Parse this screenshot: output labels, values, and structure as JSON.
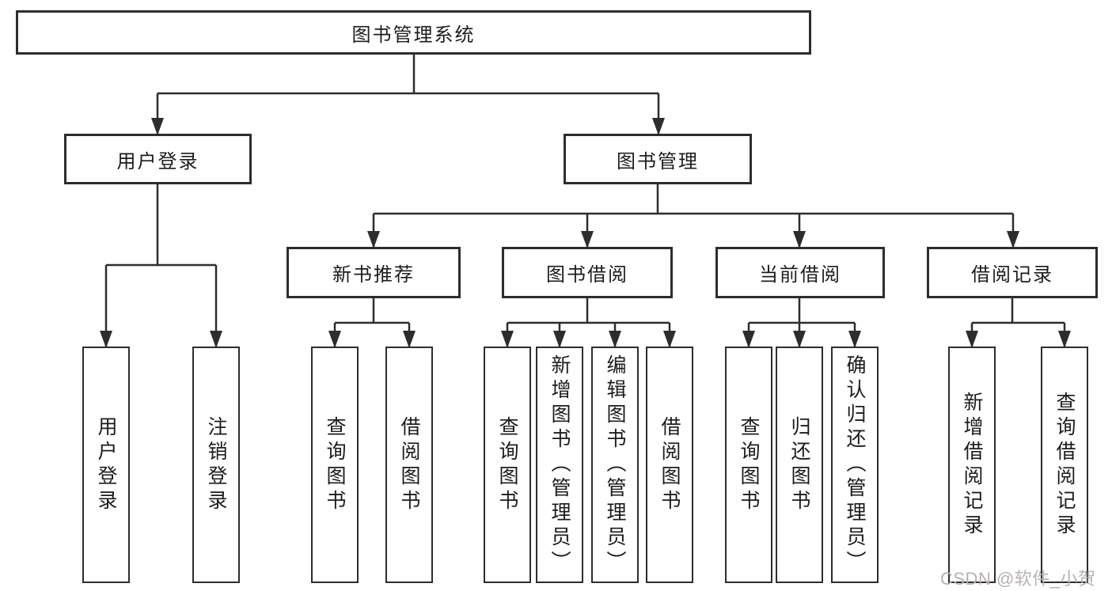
{
  "diagram": {
    "title": "图书管理系统",
    "root": {
      "label": "图书管理系统"
    },
    "level2": [
      {
        "label": "用户登录"
      },
      {
        "label": "图书管理"
      }
    ],
    "level3": [
      {
        "label": "新书推荐"
      },
      {
        "label": "图书借阅"
      },
      {
        "label": "当前借阅"
      },
      {
        "label": "借阅记录"
      }
    ],
    "level4": [
      {
        "label": "用户登录"
      },
      {
        "label": "注销登录"
      },
      {
        "label": "查询图书"
      },
      {
        "label": "借阅图书"
      },
      {
        "label": "查询图书"
      },
      {
        "label": "新增图书（管理员）"
      },
      {
        "label": "编辑图书（管理员）"
      },
      {
        "label": "借阅图书"
      },
      {
        "label": "查询图书"
      },
      {
        "label": "归还图书"
      },
      {
        "label": "确认归还（管理员）"
      },
      {
        "label": "新增借阅记录"
      },
      {
        "label": "查询借阅记录"
      }
    ],
    "edges": [
      "图书管理系统→用户登录",
      "图书管理系统→图书管理",
      "用户登录→用户登录",
      "用户登录→注销登录",
      "图书管理→新书推荐",
      "图书管理→图书借阅",
      "图书管理→当前借阅",
      "图书管理→借阅记录",
      "新书推荐→查询图书",
      "新书推荐→借阅图书",
      "图书借阅→查询图书",
      "图书借阅→新增图书（管理员）",
      "图书借阅→编辑图书（管理员）",
      "图书借阅→借阅图书",
      "当前借阅→查询图书",
      "当前借阅→归还图书",
      "当前借阅→确认归还（管理员）",
      "借阅记录→新增借阅记录",
      "借阅记录→查询借阅记录"
    ]
  },
  "colors": {
    "line": "#2d2d2d",
    "text": "#1c1c1c",
    "background": "#ffffff",
    "watermark": "#b7b1b1"
  },
  "watermark": {
    "text": "CSDN @软件_小贺同学"
  }
}
